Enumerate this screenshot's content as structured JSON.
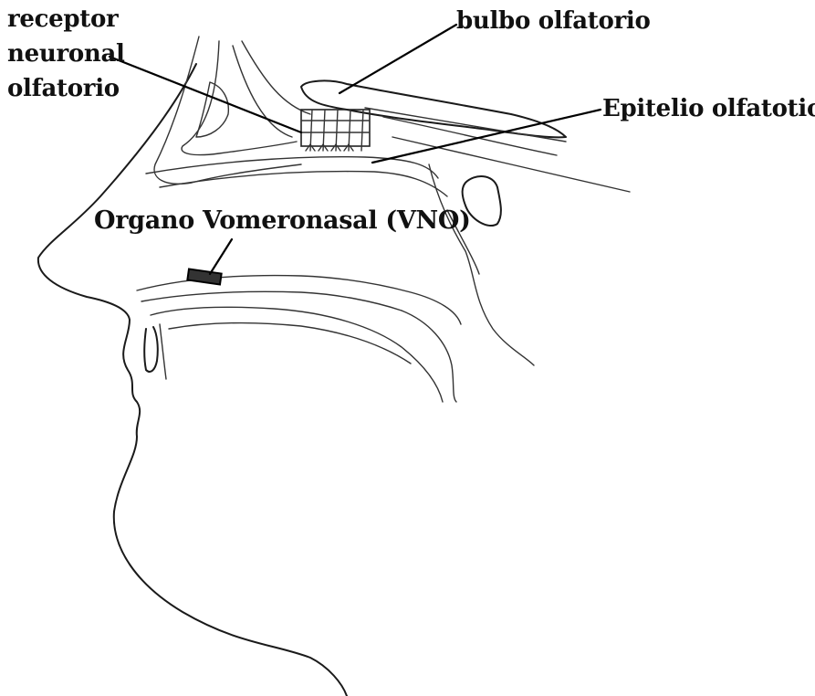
{
  "labels": {
    "receptor_line1": "receptor",
    "receptor_line2": "neuronal",
    "receptor_line3": "olfatorio",
    "bulbo": "bulbo olfatorio",
    "epitelio": "Epitelio olfatotio",
    "vno": "Organo Vomeronasal (VNO)"
  }
}
